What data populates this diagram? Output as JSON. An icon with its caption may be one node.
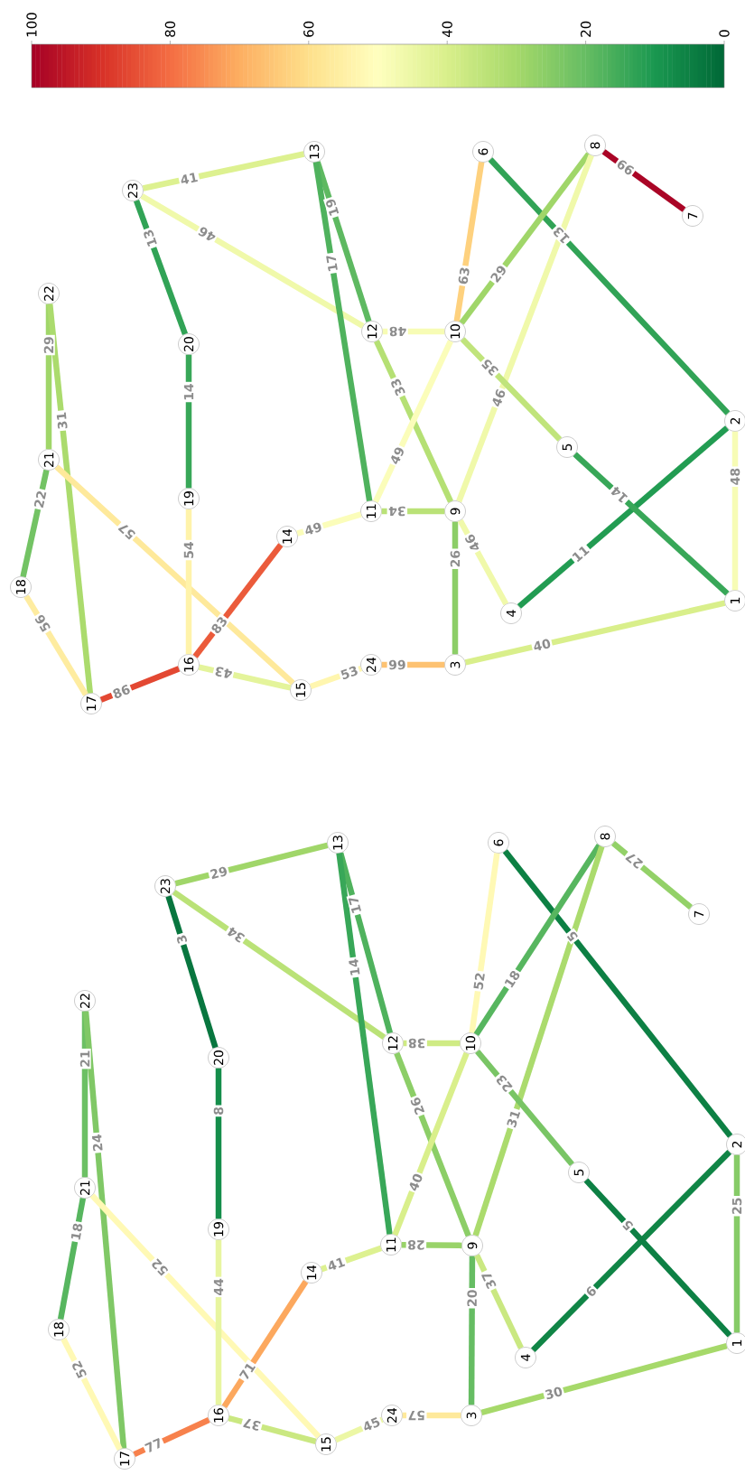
{
  "diagram": {
    "nodes": [
      {
        "text": [
          "1"
        ]
      },
      {
        "text": [
          "2"
        ]
      },
      {
        "text": [
          "3"
        ]
      },
      {
        "text": [
          "4"
        ]
      },
      {
        "text": [
          "5"
        ]
      },
      {
        "text": [
          "6"
        ]
      },
      {
        "text": [
          "7"
        ]
      },
      {
        "text": [
          "8"
        ]
      },
      {
        "text": [
          "9"
        ]
      },
      {
        "text": [
          "10"
        ]
      },
      {
        "text": [
          "11"
        ]
      },
      {
        "text": [
          "12"
        ]
      },
      {
        "text": [
          "13"
        ]
      },
      {
        "text": [
          "14"
        ]
      },
      {
        "text": [
          "15"
        ]
      },
      {
        "text": [
          "16"
        ]
      },
      {
        "text": [
          "17"
        ]
      },
      {
        "text": [
          "18"
        ]
      },
      {
        "text": [
          "19"
        ]
      },
      {
        "text": [
          "20"
        ]
      },
      {
        "text": [
          "21"
        ]
      },
      {
        "text": [
          "22"
        ]
      },
      {
        "text": [
          "23"
        ]
      },
      {
        "text": [
          "24"
        ]
      },
      {
        "text": [
          "1"
        ]
      },
      {
        "text": [
          "2"
        ]
      },
      {
        "text": [
          "3"
        ]
      },
      {
        "text": [
          "4"
        ]
      },
      {
        "text": [
          "5"
        ]
      },
      {
        "text": [
          "6"
        ]
      },
      {
        "text": [
          "7"
        ]
      },
      {
        "text": [
          "8"
        ]
      },
      {
        "text": [
          "9"
        ]
      },
      {
        "text": [
          "10"
        ]
      },
      {
        "text": [
          "11"
        ]
      },
      {
        "text": [
          "12"
        ]
      },
      {
        "text": [
          "13"
        ]
      },
      {
        "text": [
          "14"
        ]
      },
      {
        "text": [
          "15"
        ]
      },
      {
        "text": [
          "16"
        ]
      },
      {
        "text": [
          "17"
        ]
      },
      {
        "text": [
          "18"
        ]
      },
      {
        "text": [
          "19"
        ]
      },
      {
        "text": [
          "20"
        ]
      },
      {
        "text": [
          "21"
        ]
      },
      {
        "text": [
          "22"
        ]
      },
      {
        "text": [
          "23"
        ]
      },
      {
        "text": [
          "24"
        ]
      }
    ],
    "edges": [
      {
        "from": 22,
        "to": 12,
        "arrow": "none",
        "label": "41",
        "color": "#ddf190"
      },
      {
        "from": 22,
        "to": 11,
        "arrow": "none",
        "label": "46",
        "color": "#f0f9aa"
      },
      {
        "from": 22,
        "to": 19,
        "arrow": "none",
        "label": "13",
        "color": "#31a356"
      },
      {
        "from": 12,
        "to": 11,
        "arrow": "none",
        "label": "19",
        "color": "#5eb961"
      },
      {
        "from": 12,
        "to": 10,
        "arrow": "none",
        "label": "17",
        "color": "#4fb25d"
      },
      {
        "from": 9,
        "to": 5,
        "arrow": "none",
        "label": "63",
        "color": "#fed17e"
      },
      {
        "from": 5,
        "to": 1,
        "arrow": "none",
        "label": "13",
        "color": "#31a356"
      },
      {
        "from": 7,
        "to": 6,
        "arrow": "none",
        "label": "99",
        "color": "#aa0526"
      },
      {
        "from": 9,
        "to": 7,
        "arrow": "none",
        "label": "29",
        "color": "#a0d669"
      },
      {
        "from": 8,
        "to": 7,
        "arrow": "none",
        "label": "46",
        "color": "#f0f9aa"
      },
      {
        "from": 21,
        "to": 20,
        "arrow": "none",
        "label": "29",
        "color": "#a0d669"
      },
      {
        "from": 21,
        "to": 16,
        "arrow": "none",
        "label": "31",
        "color": "#abdb6d"
      },
      {
        "from": 19,
        "to": 18,
        "arrow": "none",
        "label": "14",
        "color": "#38a758"
      },
      {
        "from": 11,
        "to": 9,
        "arrow": "none",
        "label": "48",
        "color": "#f7fcb5"
      },
      {
        "from": 11,
        "to": 8,
        "arrow": "none",
        "label": "33",
        "color": "#b5e074"
      },
      {
        "from": 10,
        "to": 9,
        "arrow": "none",
        "label": "49",
        "color": "#fbfdba"
      },
      {
        "from": 9,
        "to": 4,
        "arrow": "none",
        "label": "35",
        "color": "#c0e47b"
      },
      {
        "from": 1,
        "to": 0,
        "arrow": "none",
        "label": "48",
        "color": "#f7fcb5"
      },
      {
        "from": 3,
        "to": 1,
        "arrow": "none",
        "label": "11",
        "color": "#229c52"
      },
      {
        "from": 4,
        "to": 0,
        "arrow": "none",
        "label": "14",
        "color": "#38a758"
      },
      {
        "from": 20,
        "to": 17,
        "arrow": "none",
        "label": "22",
        "color": "#73c364"
      },
      {
        "from": 20,
        "to": 14,
        "arrow": "none",
        "label": "57",
        "color": "#fee99b"
      },
      {
        "from": 18,
        "to": 15,
        "arrow": "none",
        "label": "54",
        "color": "#fff3aa"
      },
      {
        "from": 13,
        "to": 10,
        "arrow": "none",
        "label": "49",
        "color": "#fbfdba"
      },
      {
        "from": 15,
        "to": 13,
        "arrow": "none",
        "label": "83",
        "color": "#eb5b3b"
      },
      {
        "from": 10,
        "to": 8,
        "arrow": "none",
        "label": "34",
        "color": "#bae277"
      },
      {
        "from": 8,
        "to": 2,
        "arrow": "none",
        "label": "26",
        "color": "#8cce67"
      },
      {
        "from": 8,
        "to": 3,
        "arrow": "none",
        "label": "46",
        "color": "#f0f9aa"
      },
      {
        "from": 17,
        "to": 16,
        "arrow": "none",
        "label": "56",
        "color": "#feeca0"
      },
      {
        "from": 16,
        "to": 15,
        "arrow": "none",
        "label": "86",
        "color": "#e34832"
      },
      {
        "from": 15,
        "to": 14,
        "arrow": "none",
        "label": "43",
        "color": "#e4f49b"
      },
      {
        "from": 23,
        "to": 14,
        "arrow": "none",
        "label": "53",
        "color": "#fff6af"
      },
      {
        "from": 23,
        "to": 2,
        "arrow": "none",
        "label": "66",
        "color": "#fdc272"
      },
      {
        "from": 2,
        "to": 0,
        "arrow": "none",
        "label": "40",
        "color": "#d9ef8b"
      },
      {
        "from": 46,
        "to": 36,
        "arrow": "none",
        "label": "29",
        "color": "#a0d669"
      },
      {
        "from": 46,
        "to": 35,
        "arrow": "none",
        "label": "34",
        "color": "#bae277"
      },
      {
        "from": 46,
        "to": 43,
        "arrow": "none",
        "label": "3",
        "color": "#08763f"
      },
      {
        "from": 36,
        "to": 35,
        "arrow": "none",
        "label": "17",
        "color": "#4fb25d"
      },
      {
        "from": 36,
        "to": 34,
        "arrow": "none",
        "label": "14",
        "color": "#38a758"
      },
      {
        "from": 33,
        "to": 29,
        "arrow": "none",
        "label": "52",
        "color": "#fff9b5"
      },
      {
        "from": 29,
        "to": 25,
        "arrow": "none",
        "label": "5",
        "color": "#0d8044"
      },
      {
        "from": 31,
        "to": 30,
        "arrow": "none",
        "label": "27",
        "color": "#93d168"
      },
      {
        "from": 33,
        "to": 31,
        "arrow": "none",
        "label": "18",
        "color": "#57b65f"
      },
      {
        "from": 32,
        "to": 31,
        "arrow": "none",
        "label": "31",
        "color": "#abdb6d"
      },
      {
        "from": 45,
        "to": 44,
        "arrow": "none",
        "label": "21",
        "color": "#6cc064"
      },
      {
        "from": 45,
        "to": 40,
        "arrow": "none",
        "label": "24",
        "color": "#80c866"
      },
      {
        "from": 43,
        "to": 42,
        "arrow": "none",
        "label": "8",
        "color": "#158e4b"
      },
      {
        "from": 35,
        "to": 33,
        "arrow": "none",
        "label": "38",
        "color": "#cfeb84"
      },
      {
        "from": 35,
        "to": 32,
        "arrow": "none",
        "label": "26",
        "color": "#8cce67"
      },
      {
        "from": 34,
        "to": 33,
        "arrow": "none",
        "label": "40",
        "color": "#d9ef8b"
      },
      {
        "from": 33,
        "to": 28,
        "arrow": "none",
        "label": "23",
        "color": "#79c565"
      },
      {
        "from": 25,
        "to": 24,
        "arrow": "none",
        "label": "25",
        "color": "#86cb67"
      },
      {
        "from": 27,
        "to": 25,
        "arrow": "none",
        "label": "6",
        "color": "#108546"
      },
      {
        "from": 28,
        "to": 24,
        "arrow": "none",
        "label": "5",
        "color": "#0d8044"
      },
      {
        "from": 44,
        "to": 41,
        "arrow": "none",
        "label": "18",
        "color": "#57b65f"
      },
      {
        "from": 44,
        "to": 38,
        "arrow": "none",
        "label": "52",
        "color": "#fff9b5"
      },
      {
        "from": 42,
        "to": 39,
        "arrow": "none",
        "label": "44",
        "color": "#e8f5a0"
      },
      {
        "from": 37,
        "to": 34,
        "arrow": "none",
        "label": "41",
        "color": "#ddf190"
      },
      {
        "from": 39,
        "to": 37,
        "arrow": "none",
        "label": "71",
        "color": "#fca85e"
      },
      {
        "from": 34,
        "to": 32,
        "arrow": "none",
        "label": "28",
        "color": "#99d369"
      },
      {
        "from": 32,
        "to": 26,
        "arrow": "none",
        "label": "20",
        "color": "#66bd63"
      },
      {
        "from": 32,
        "to": 27,
        "arrow": "none",
        "label": "37",
        "color": "#cae881"
      },
      {
        "from": 41,
        "to": 40,
        "arrow": "none",
        "label": "52",
        "color": "#fff9b5"
      },
      {
        "from": 40,
        "to": 39,
        "arrow": "none",
        "label": "77",
        "color": "#f7814c"
      },
      {
        "from": 39,
        "to": 38,
        "arrow": "none",
        "label": "37",
        "color": "#cae881"
      },
      {
        "from": 47,
        "to": 38,
        "arrow": "none",
        "label": "45",
        "color": "#ecf7a5"
      },
      {
        "from": 47,
        "to": 26,
        "arrow": "none",
        "label": "57",
        "color": "#fee99b"
      },
      {
        "from": 26,
        "to": 24,
        "arrow": "none",
        "label": "30",
        "color": "#a6d96a"
      }
    ],
    "labels": [
      "100",
      "80",
      "60",
      "40",
      "20",
      "0"
    ]
  }
}
